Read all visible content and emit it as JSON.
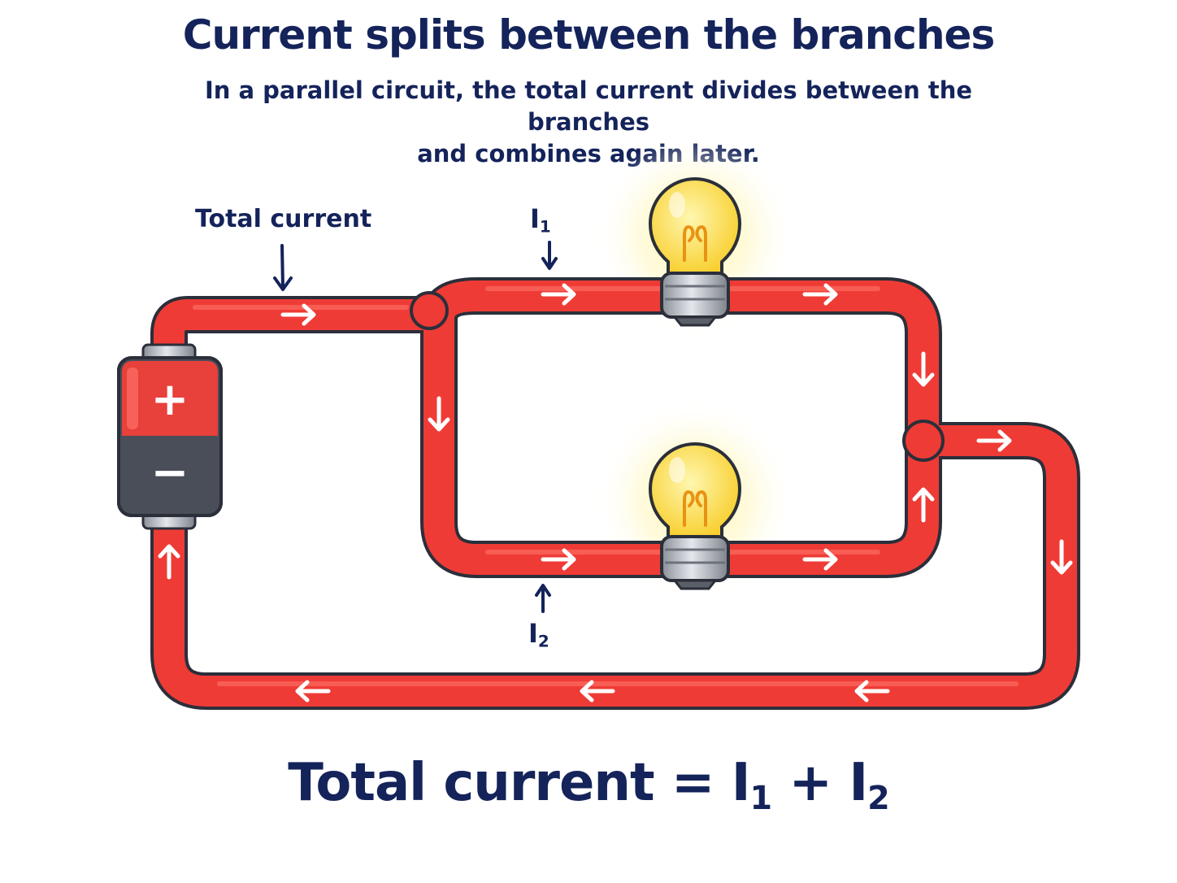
{
  "title": "Current splits between the branches",
  "subtitle_line1": "In a parallel circuit, the total current divides between the branches",
  "subtitle_line2": "and combines again later.",
  "labels": {
    "total_current": "Total current",
    "i1_letter": "I",
    "i1_sub": "1",
    "i2_letter": "I",
    "i2_sub": "2"
  },
  "equation": {
    "lhs": "Total current = I",
    "sub1": "1",
    "plus": " + I",
    "sub2": "2"
  },
  "battery": {
    "positive_symbol": "+",
    "negative_symbol": "−"
  },
  "colors": {
    "wire": "#ef3b36",
    "wire_outline": "#2b2f3a",
    "text": "#14235a",
    "bulb_glass": "#fde25a",
    "bulb_glow": "#fff7b0",
    "battery_positive": "#e8403b",
    "battery_negative": "#4a4e58"
  },
  "icons": [
    "arrow-icon",
    "lightbulb-icon",
    "battery-icon"
  ]
}
